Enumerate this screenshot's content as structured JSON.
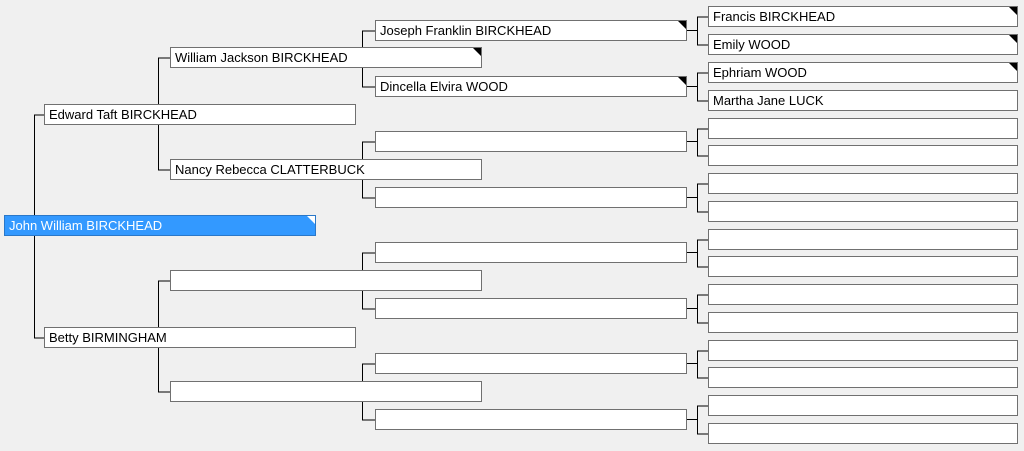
{
  "tree": {
    "root": {
      "name": "John William BIRCKHEAD",
      "selected": true,
      "has_more": true
    },
    "parents": [
      {
        "name": "Edward Taft BIRCKHEAD",
        "has_more": false
      },
      {
        "name": "Betty BIRMINGHAM",
        "has_more": false
      }
    ],
    "grandparents": [
      {
        "name": "William Jackson BIRCKHEAD",
        "has_more": true
      },
      {
        "name": "Nancy Rebecca CLATTERBUCK",
        "has_more": false
      },
      {
        "name": "",
        "has_more": false
      },
      {
        "name": "",
        "has_more": false
      }
    ],
    "great_grandparents": [
      {
        "name": "Joseph Franklin BIRCKHEAD",
        "has_more": true
      },
      {
        "name": "Dincella Elvira WOOD",
        "has_more": true
      },
      {
        "name": "",
        "has_more": false
      },
      {
        "name": "",
        "has_more": false
      },
      {
        "name": "",
        "has_more": false
      },
      {
        "name": "",
        "has_more": false
      },
      {
        "name": "",
        "has_more": false
      },
      {
        "name": "",
        "has_more": false
      }
    ],
    "gg_grandparents": [
      {
        "name": "Francis BIRCKHEAD",
        "has_more": true
      },
      {
        "name": "Emily WOOD",
        "has_more": true
      },
      {
        "name": "Ephriam WOOD",
        "has_more": true
      },
      {
        "name": "Martha Jane LUCK",
        "has_more": false
      },
      {
        "name": "",
        "has_more": false
      },
      {
        "name": "",
        "has_more": false
      },
      {
        "name": "",
        "has_more": false
      },
      {
        "name": "",
        "has_more": false
      },
      {
        "name": "",
        "has_more": false
      },
      {
        "name": "",
        "has_more": false
      },
      {
        "name": "",
        "has_more": false
      },
      {
        "name": "",
        "has_more": false
      },
      {
        "name": "",
        "has_more": false
      },
      {
        "name": "",
        "has_more": false
      },
      {
        "name": "",
        "has_more": false
      },
      {
        "name": "",
        "has_more": false
      }
    ]
  }
}
